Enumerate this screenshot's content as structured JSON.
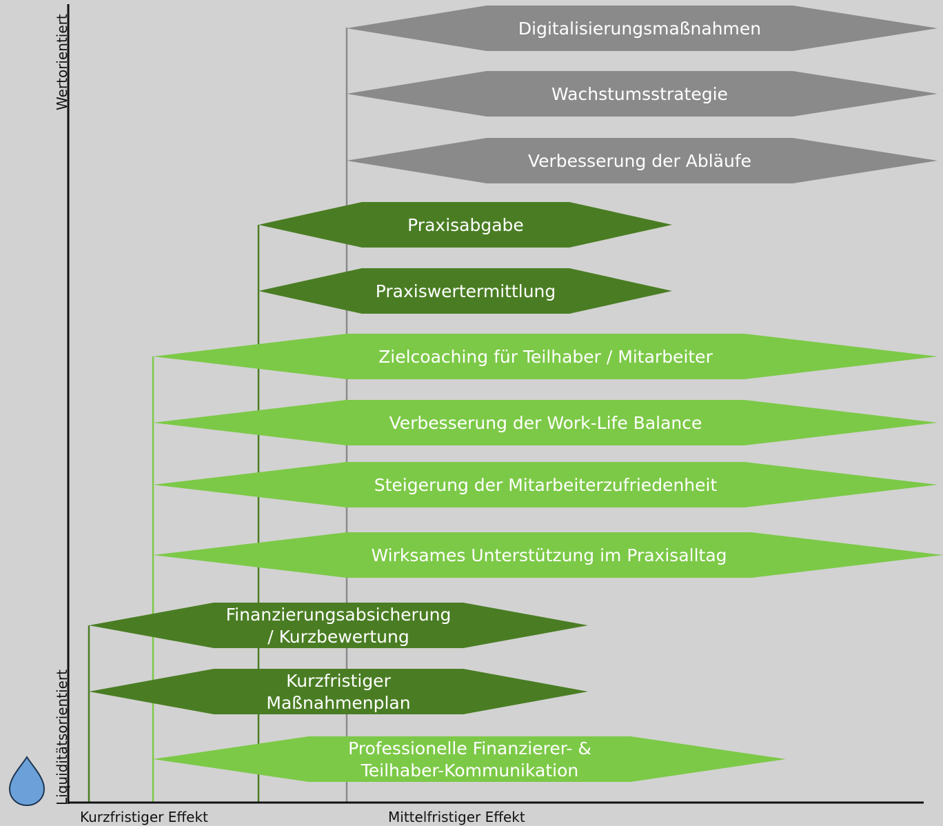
{
  "colors": {
    "background": "#d2d2d2",
    "gray_box": "#8a8a8a",
    "dark_green": "#4a7d23",
    "light_green": "#7cc947",
    "axis": "#111111",
    "drop_fill": "#6ba1d8",
    "drop_stroke": "#1e3550",
    "label_text": "#ffffff"
  },
  "y_axis": {
    "top_label": "Wertorientiert",
    "bottom_label": "Liquiditätsorientiert"
  },
  "x_axis": {
    "left_label": "Kurzfristiger Effekt",
    "middle_label": "Mittelfristiger Effekt"
  },
  "icons": {
    "drop": "water-drop-icon"
  },
  "items": [
    {
      "id": "digitalisierung",
      "lines": [
        "Digitalisierungsmaßnahmen"
      ],
      "group": "gray"
    },
    {
      "id": "wachstum",
      "lines": [
        "Wachstumsstrategie"
      ],
      "group": "gray"
    },
    {
      "id": "ablaeufe",
      "lines": [
        "Verbesserung der Abläufe"
      ],
      "group": "gray"
    },
    {
      "id": "praxisabgabe",
      "lines": [
        "Praxisabgabe"
      ],
      "group": "dark"
    },
    {
      "id": "praxiswertermittlung",
      "lines": [
        "Praxiswertermittlung"
      ],
      "group": "dark"
    },
    {
      "id": "zielcoaching",
      "lines": [
        "Zielcoaching für Teilhaber / Mitarbeiter"
      ],
      "group": "light"
    },
    {
      "id": "work-life",
      "lines": [
        "Verbesserung der Work-Life Balance"
      ],
      "group": "light"
    },
    {
      "id": "zufriedenheit",
      "lines": [
        "Steigerung der Mitarbeiterzufriedenheit"
      ],
      "group": "light"
    },
    {
      "id": "unterstuetzung",
      "lines": [
        "Wirksames Unterstützung im Praxisalltag"
      ],
      "group": "light"
    },
    {
      "id": "finanzierung",
      "lines": [
        "Finanzierungsabsicherung",
        "/ Kurzbewertung"
      ],
      "group": "dark"
    },
    {
      "id": "massnahmenplan",
      "lines": [
        "Kurzfristiger",
        "Maßnahmenplan"
      ],
      "group": "dark"
    },
    {
      "id": "kommunikation",
      "lines": [
        "Professionelle Finanzierer- &",
        "Teilhaber-Kommunikation"
      ],
      "group": "light"
    }
  ]
}
